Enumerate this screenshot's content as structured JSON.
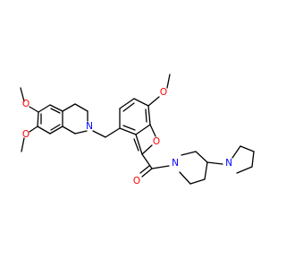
{
  "structure": {
    "colors": {
      "bond": "#000000",
      "oxygen": "#ff0000",
      "nitrogen": "#0000ff",
      "background": "#ffffff"
    },
    "atom_labels": [
      {
        "id": "o-methoxy-6",
        "text": "O",
        "element": "oxygen"
      },
      {
        "id": "o-methoxy-7",
        "text": "O",
        "element": "oxygen"
      },
      {
        "id": "n-isoquinoline",
        "text": "N",
        "element": "nitrogen"
      },
      {
        "id": "o-methoxy-benzofuran",
        "text": "O",
        "element": "oxygen"
      },
      {
        "id": "o-furan",
        "text": "O",
        "element": "oxygen"
      },
      {
        "id": "o-carbonyl",
        "text": "O",
        "element": "oxygen"
      },
      {
        "id": "n-piperidine",
        "text": "N",
        "element": "nitrogen"
      },
      {
        "id": "n-pyrrolidine",
        "text": "N",
        "element": "nitrogen"
      }
    ]
  }
}
